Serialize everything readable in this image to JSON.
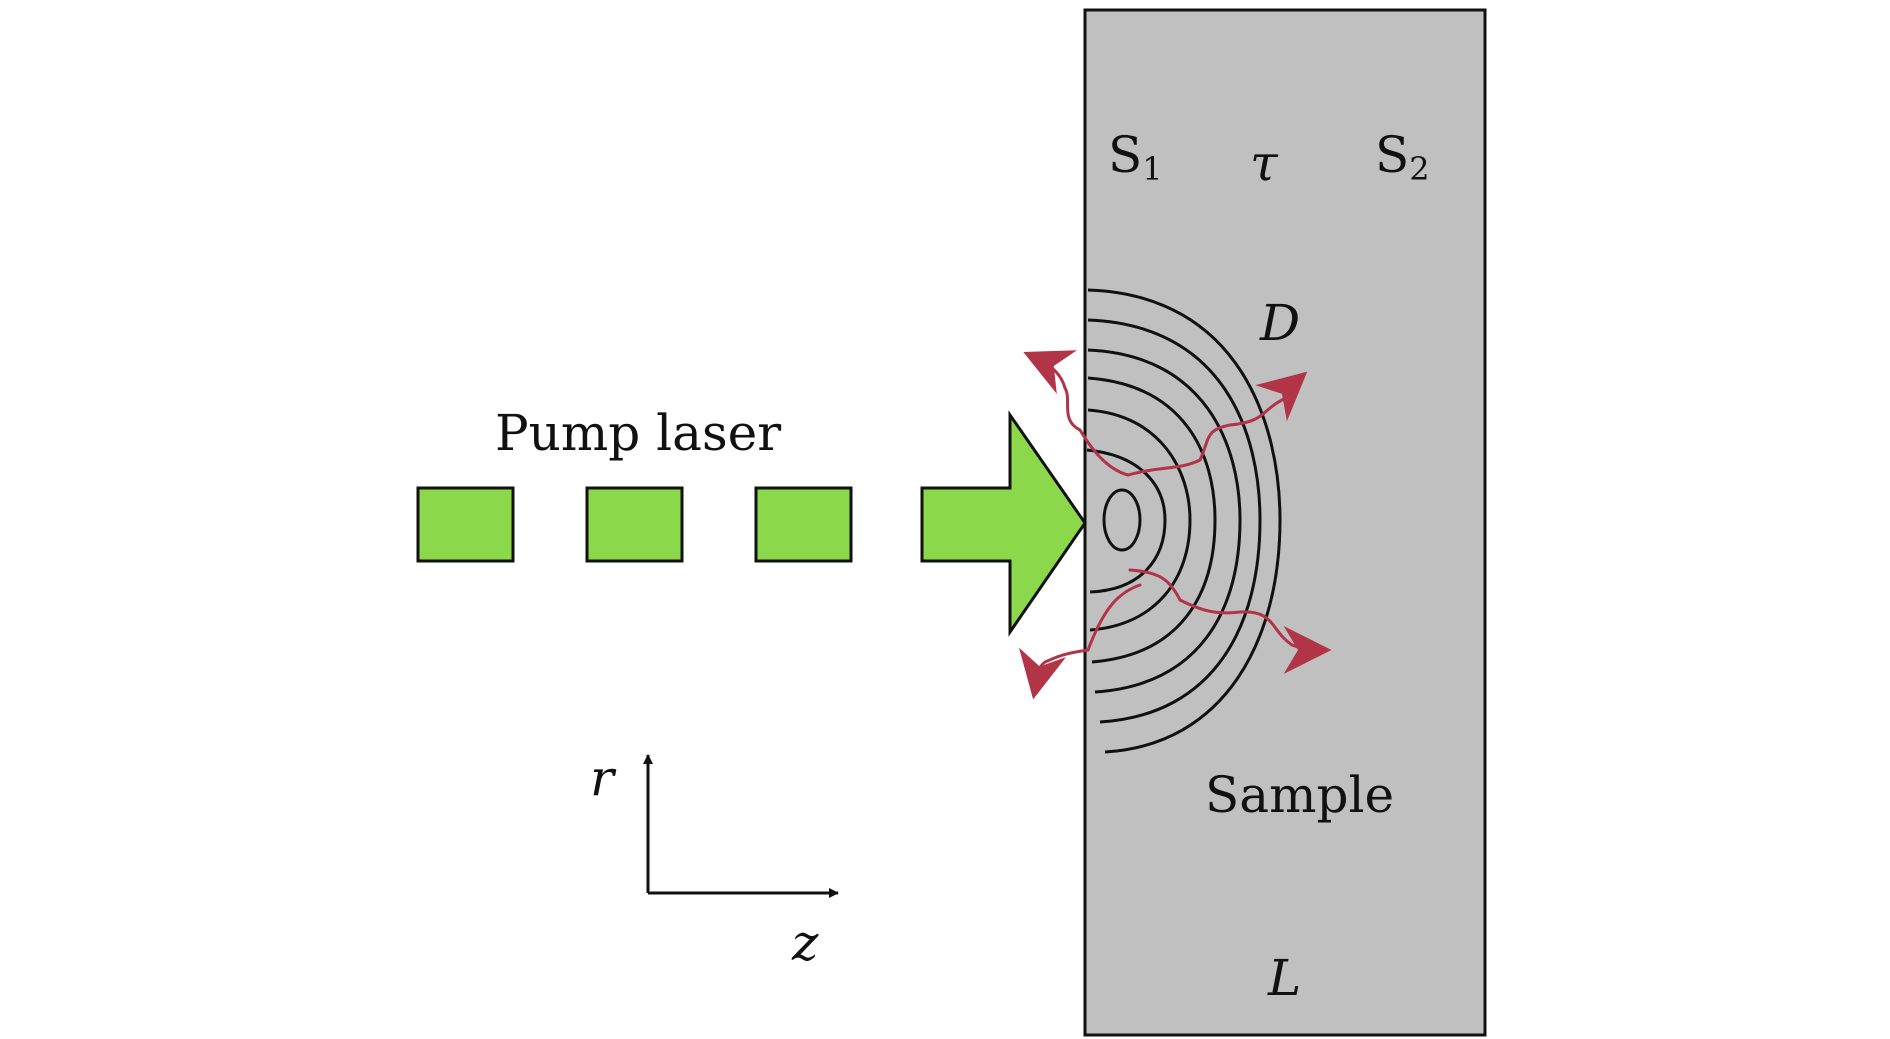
{
  "labels": {
    "pump_laser": "Pump laser",
    "s1_main": "S",
    "s1_sub": "1",
    "s2_main": "S",
    "s2_sub": "2",
    "tau": "τ",
    "diffusion": "D",
    "sample": "Sample",
    "thickness": "L",
    "axis_r": "r",
    "axis_z": "z"
  },
  "colors": {
    "pulse_fill": "#8bd84b",
    "sample_fill": "#c0c0c0",
    "outline": "#111111",
    "wave_arrow": "#b23447"
  },
  "icons": {
    "pulses": "square-pulse-icon",
    "beam": "thick-right-arrow-icon",
    "emission": "wavy-arrow-icon",
    "heat": "contour-lines-icon",
    "axes": "coordinate-axes-icon"
  }
}
